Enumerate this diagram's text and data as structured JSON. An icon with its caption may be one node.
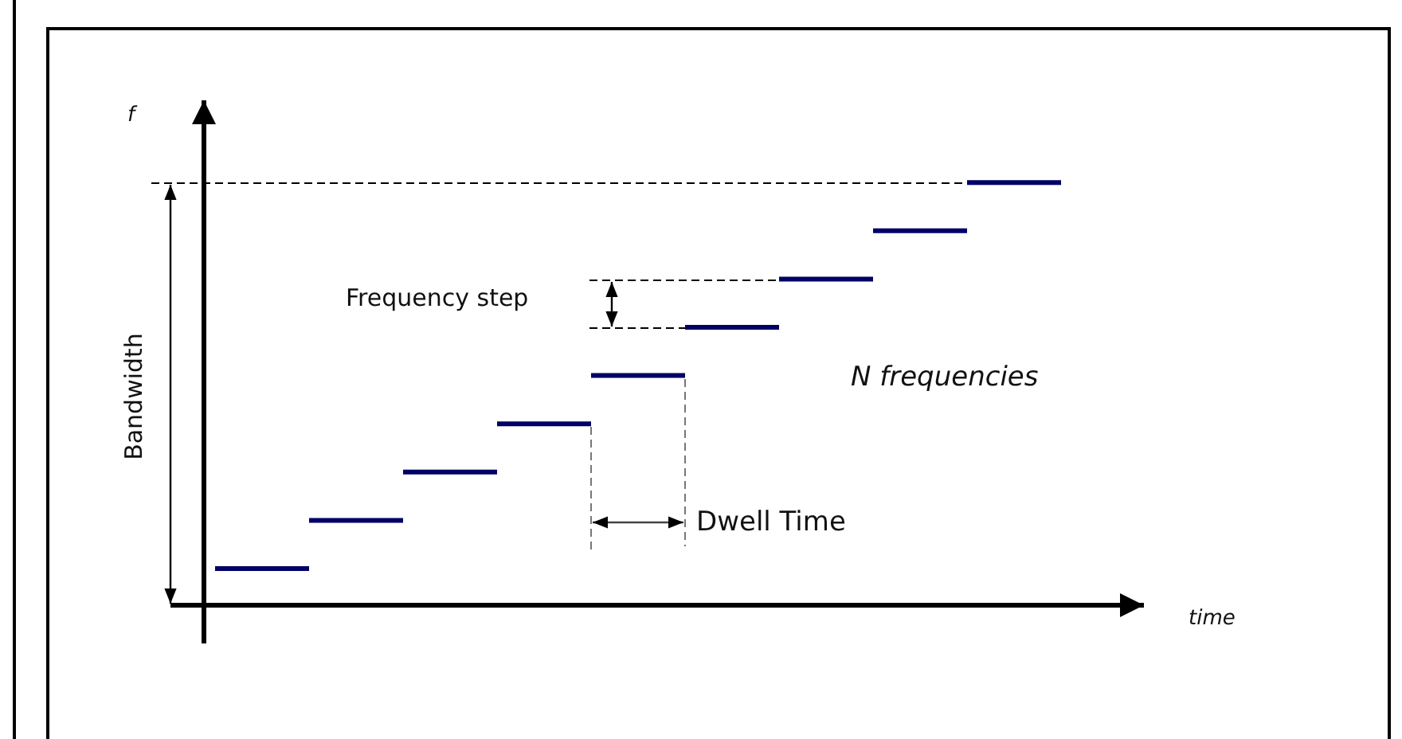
{
  "diagram": {
    "labels": [
      "f",
      "Bandwidth",
      "Frequency step",
      "N frequencies",
      "Dwell Time",
      "time"
    ]
  }
}
